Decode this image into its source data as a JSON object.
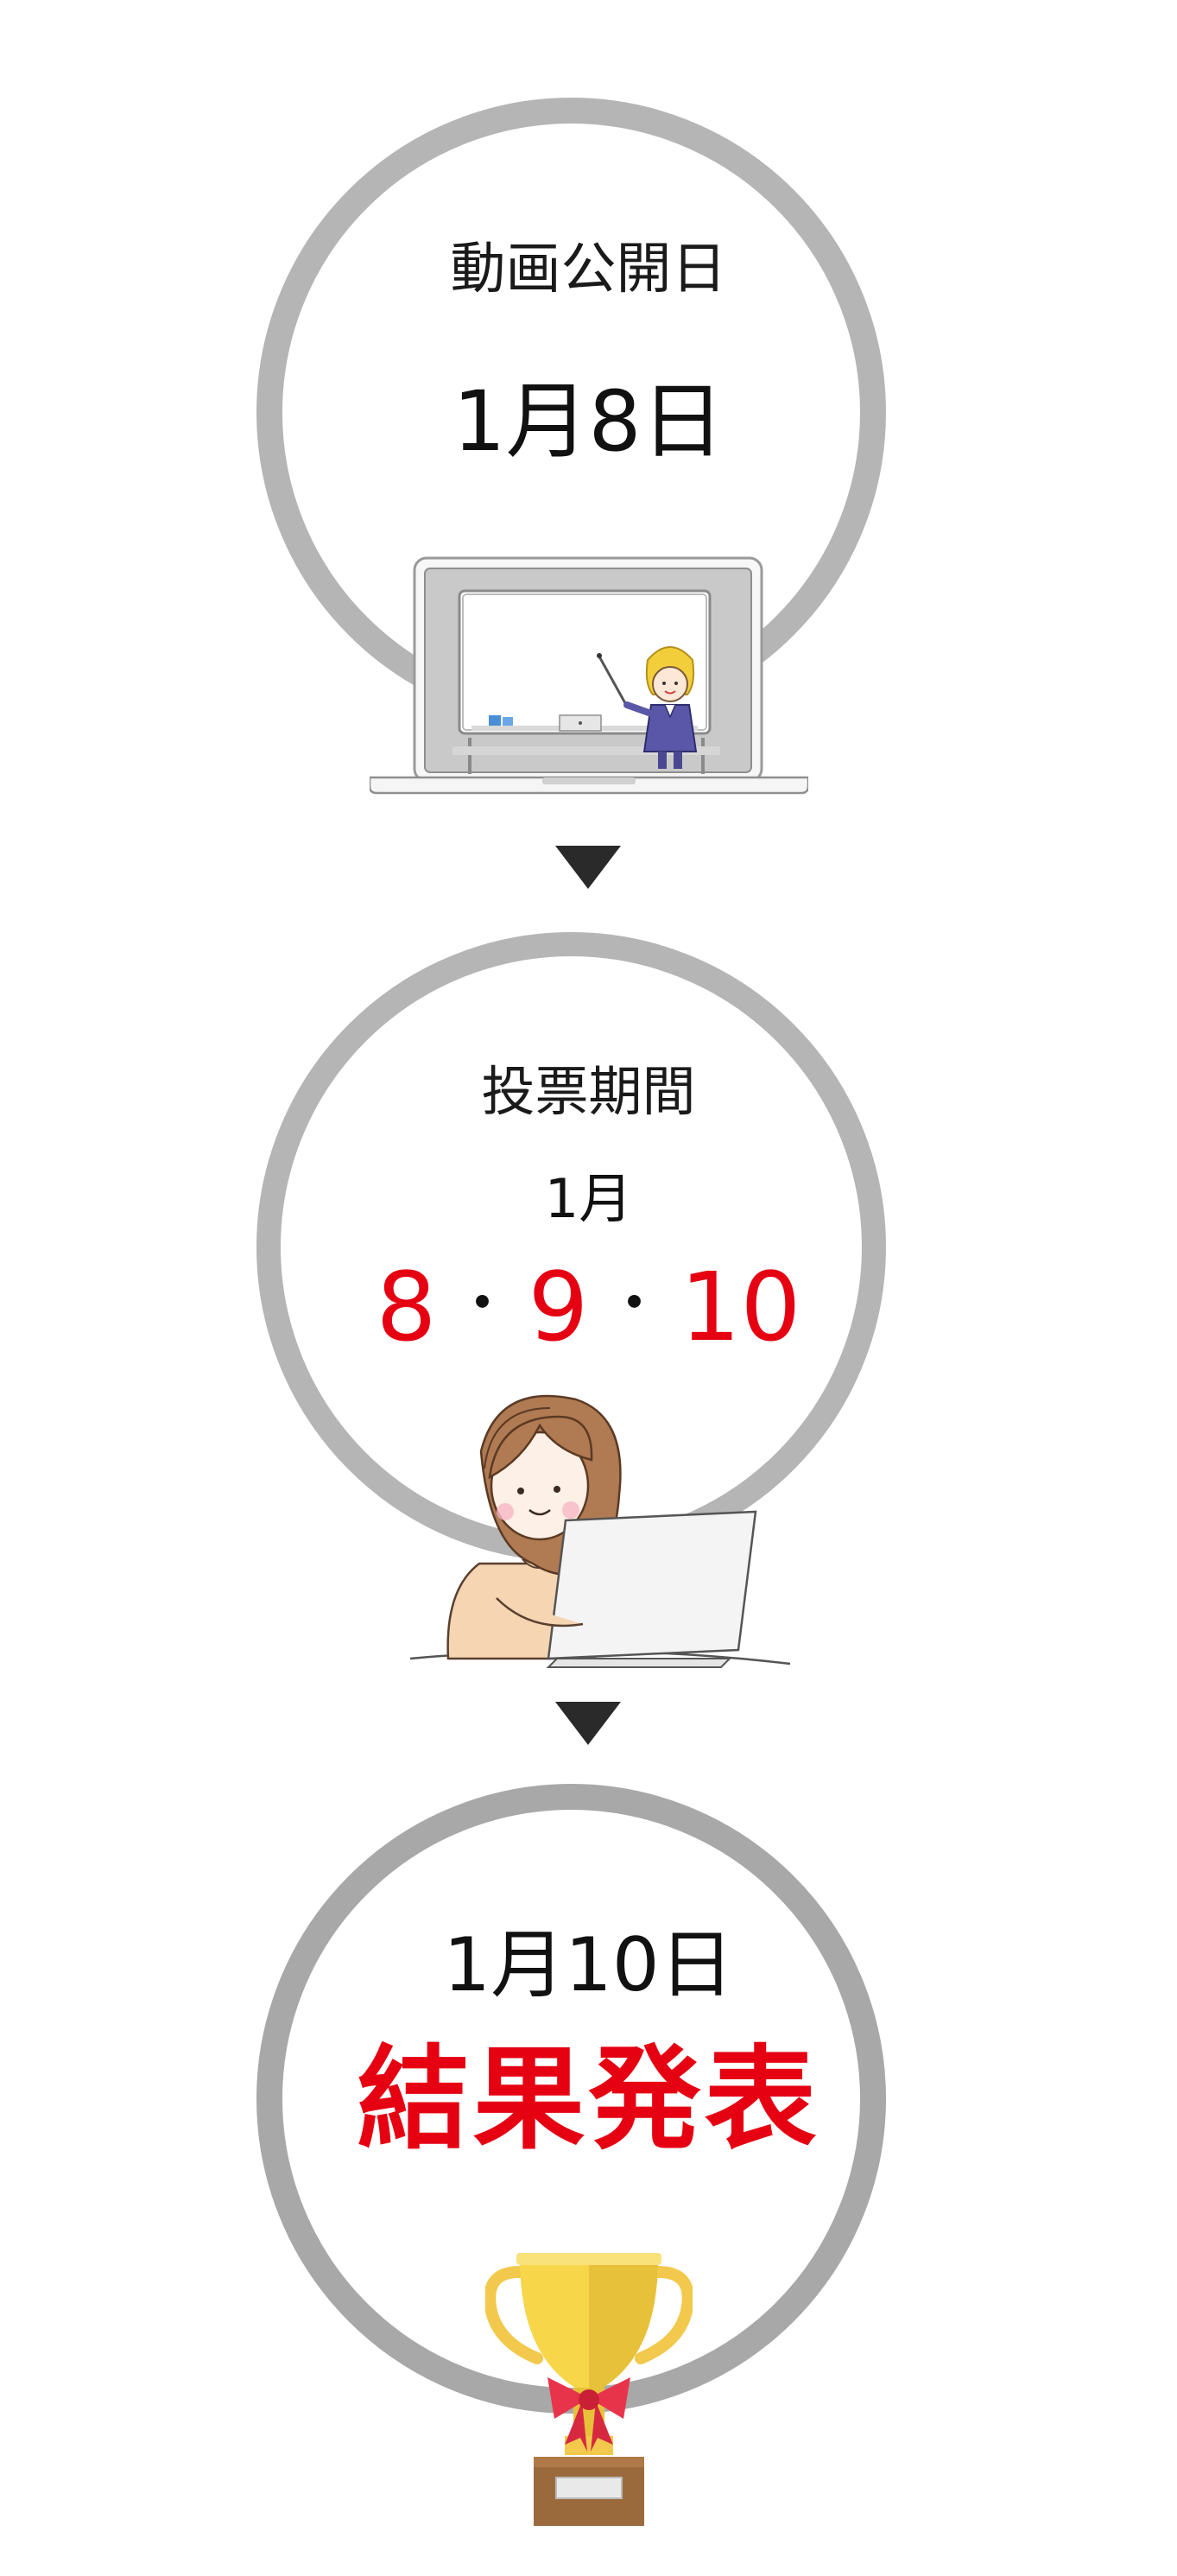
{
  "step1": {
    "label": "動画公開日",
    "date": "1月8日"
  },
  "step2": {
    "label": "投票期間",
    "month": "1月",
    "days": [
      "8",
      "9",
      "10"
    ],
    "separator": "・"
  },
  "step3": {
    "date": "1月10日",
    "label": "結果発表"
  },
  "icons": {
    "arrow1": "down-triangle-icon",
    "arrow2": "down-triangle-icon",
    "laptop": "laptop-presentation-illustration",
    "woman": "woman-using-laptop-illustration",
    "trophy": "trophy-illustration"
  },
  "colors": {
    "accent_red": "#e50012",
    "circle_gray": "#b5b5b5",
    "text_dark": "#111111"
  }
}
